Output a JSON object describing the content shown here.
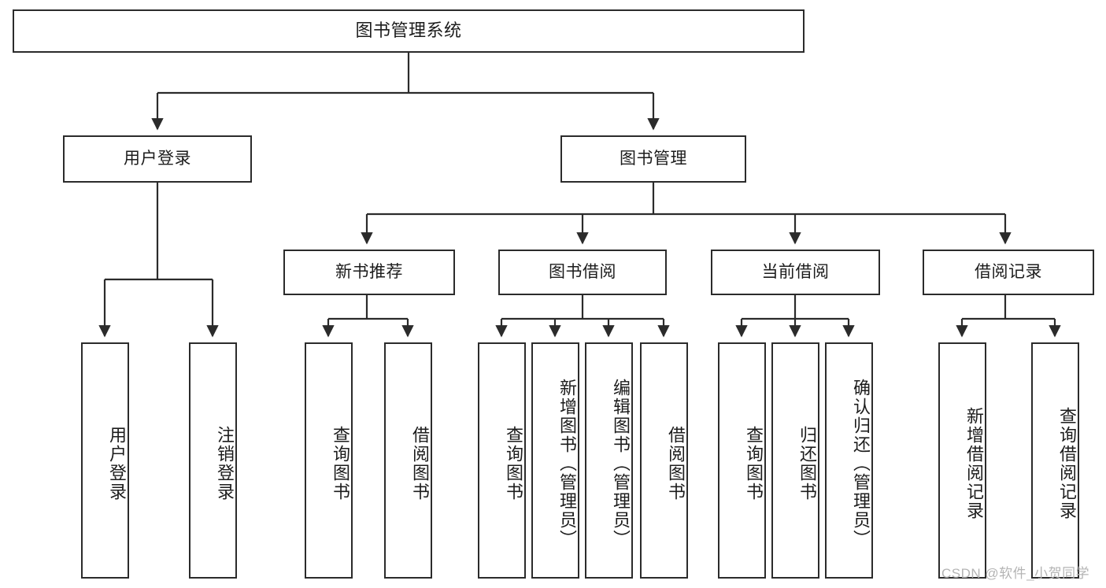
{
  "diagram": {
    "type": "tree",
    "title": "图书管理系统",
    "orientation": "top-down",
    "colors": {
      "background": "#ffffff",
      "border": "#2b2b2b",
      "text": "#1c1c1c",
      "watermark": "#b4b4b4"
    },
    "nodes": {
      "root": "图书管理系统",
      "level2": {
        "user_login": "用户登录",
        "book_manage": "图书管理"
      },
      "level3": {
        "new_book_recommend": "新书推荐",
        "book_borrow": "图书借阅",
        "current_borrow": "当前借阅",
        "borrow_record": "借阅记录"
      },
      "leaves": {
        "user_login_leaf": "用户登录",
        "logout_leaf": "注销登录",
        "query_book_1": "查询图书",
        "borrow_book_1": "借阅图书",
        "query_book_2": "查询图书",
        "add_book_admin": "新增图书（管理员）",
        "edit_book_admin": "编辑图书（管理员）",
        "borrow_book_2": "借阅图书",
        "query_book_3": "查询图书",
        "return_book": "归还图书",
        "confirm_return_admin": "确认归还（管理员）",
        "add_borrow_record": "新增借阅记录",
        "query_borrow_record": "查询借阅记录"
      }
    },
    "edges": [
      {
        "from": "root",
        "to": "user_login"
      },
      {
        "from": "root",
        "to": "book_manage"
      },
      {
        "from": "user_login",
        "to": "user_login_leaf"
      },
      {
        "from": "user_login",
        "to": "logout_leaf"
      },
      {
        "from": "book_manage",
        "to": "new_book_recommend"
      },
      {
        "from": "book_manage",
        "to": "book_borrow"
      },
      {
        "from": "book_manage",
        "to": "current_borrow"
      },
      {
        "from": "book_manage",
        "to": "borrow_record"
      },
      {
        "from": "new_book_recommend",
        "to": "query_book_1"
      },
      {
        "from": "new_book_recommend",
        "to": "borrow_book_1"
      },
      {
        "from": "book_borrow",
        "to": "query_book_2"
      },
      {
        "from": "book_borrow",
        "to": "add_book_admin"
      },
      {
        "from": "book_borrow",
        "to": "edit_book_admin"
      },
      {
        "from": "book_borrow",
        "to": "borrow_book_2"
      },
      {
        "from": "current_borrow",
        "to": "query_book_3"
      },
      {
        "from": "current_borrow",
        "to": "return_book"
      },
      {
        "from": "current_borrow",
        "to": "confirm_return_admin"
      },
      {
        "from": "borrow_record",
        "to": "add_borrow_record"
      },
      {
        "from": "borrow_record",
        "to": "query_borrow_record"
      }
    ]
  },
  "watermark": {
    "text": "CSDN @软件_小贺同学"
  }
}
